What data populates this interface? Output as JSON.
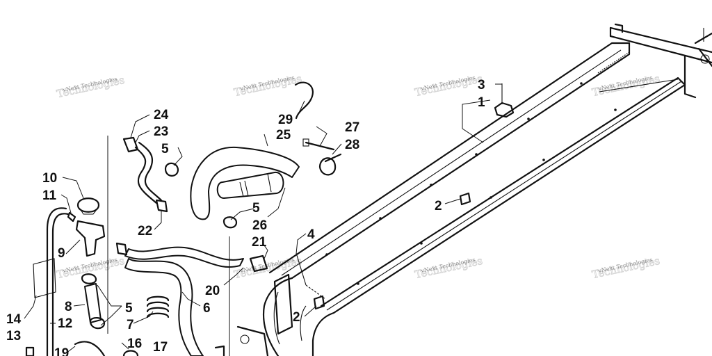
{
  "watermark": {
    "text": "vNext Technologies",
    "big": "Technologies"
  },
  "callouts": [
    {
      "id": "c1",
      "label": "1"
    },
    {
      "id": "c2a",
      "label": "2"
    },
    {
      "id": "c2b",
      "label": "2"
    },
    {
      "id": "c3",
      "label": "3"
    },
    {
      "id": "c4",
      "label": "4"
    },
    {
      "id": "c5a",
      "label": "5"
    },
    {
      "id": "c5b",
      "label": "5"
    },
    {
      "id": "c5c",
      "label": "5"
    },
    {
      "id": "c6",
      "label": "6"
    },
    {
      "id": "c7",
      "label": "7"
    },
    {
      "id": "c8",
      "label": "8"
    },
    {
      "id": "c9",
      "label": "9"
    },
    {
      "id": "c10",
      "label": "10"
    },
    {
      "id": "c11",
      "label": "11"
    },
    {
      "id": "c12",
      "label": "12"
    },
    {
      "id": "c13",
      "label": "13"
    },
    {
      "id": "c14",
      "label": "14"
    },
    {
      "id": "c16",
      "label": "16"
    },
    {
      "id": "c17",
      "label": "17"
    },
    {
      "id": "c19",
      "label": "19"
    },
    {
      "id": "c20",
      "label": "20"
    },
    {
      "id": "c21",
      "label": "21"
    },
    {
      "id": "c22",
      "label": "22"
    },
    {
      "id": "c23",
      "label": "23"
    },
    {
      "id": "c24",
      "label": "24"
    },
    {
      "id": "c25",
      "label": "25"
    },
    {
      "id": "c26",
      "label": "26"
    },
    {
      "id": "c27",
      "label": "27"
    },
    {
      "id": "c28",
      "label": "28"
    },
    {
      "id": "c29",
      "label": "29"
    }
  ]
}
